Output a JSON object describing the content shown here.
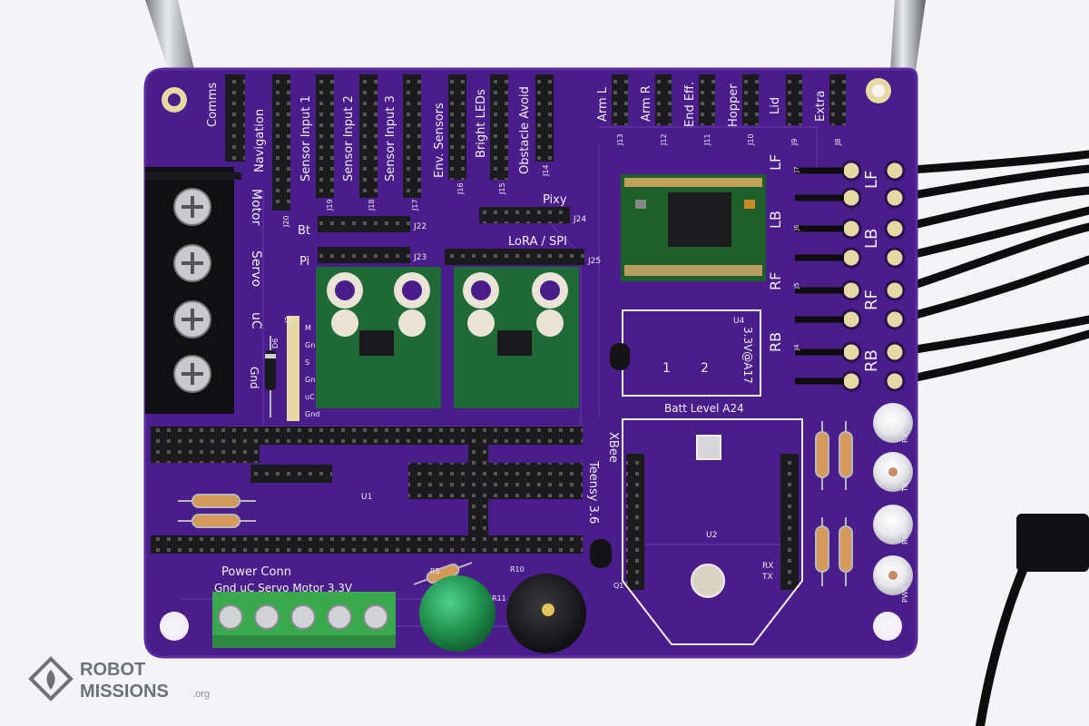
{
  "scene": {
    "description_colors": {
      "board": "#4a1e8a",
      "background": "#f4f4f6",
      "silk": "#f3eef7",
      "led_green": "#1e8f4a"
    }
  },
  "headers_left": [
    {
      "label": "Comms"
    },
    {
      "label": "Navigation"
    },
    {
      "label": "Sensor Input 1"
    },
    {
      "label": "Sensor Input 2"
    },
    {
      "label": "Sensor Input 3"
    },
    {
      "label": "Env. Sensors"
    },
    {
      "label": "Bright LEDs"
    },
    {
      "label": "Obstacle Avoid"
    }
  ],
  "headers_right": [
    {
      "label": "Arm L",
      "ref": "J13"
    },
    {
      "label": "Arm R",
      "ref": "J12"
    },
    {
      "label": "End Eff.",
      "ref": "J11"
    },
    {
      "label": "Hopper",
      "ref": "J10"
    },
    {
      "label": "Lid",
      "ref": "J9"
    },
    {
      "label": "Extra",
      "ref": "J8"
    }
  ],
  "refs": {
    "j20": "J20",
    "j19": "J19",
    "j18": "J18",
    "j17": "J17",
    "j16": "J16",
    "j15": "J15",
    "j14": "J14",
    "j22": "J22",
    "j23": "J23",
    "j24": "J24",
    "j25": "J25",
    "u1": "U1",
    "u2": "U2",
    "u4": "U4",
    "q1": "Q1",
    "r5": "R5",
    "r10": "R10",
    "r11": "R11",
    "j2": "J2",
    "d6": "D6",
    "j5": "J5",
    "j4": "J4",
    "j7": "J7",
    "j6": "J6"
  },
  "labels": {
    "motor": "Motor",
    "servo": "Servo",
    "uc": "uC",
    "gnd": "Gnd",
    "bt": "Bt",
    "pi": "Pi",
    "pixy": "Pixy",
    "lora": "LoRA / SPI",
    "xbee": "XBee",
    "teensy": "Teensy 3.6",
    "batt": "Batt Level A24",
    "v33": "3.3V@A17",
    "one": "1",
    "two": "2",
    "power_conn": "Power Conn",
    "power_pins": "Gnd  uC Servo Motor 3.3V",
    "rx": "RX",
    "tx": "TX",
    "rx2": "RX",
    "tx2": "TX",
    "rssi": "RSSI",
    "pwr": "PWR",
    "j2_pins": [
      "M",
      "Gn",
      "S",
      "Gn",
      "uC",
      "Gnd"
    ]
  },
  "motor_ports": [
    {
      "label": "LF",
      "pad_label": "LF"
    },
    {
      "label": "LB",
      "pad_label": "LB"
    },
    {
      "label": "RF",
      "pad_label": "RF"
    },
    {
      "label": "RB",
      "pad_label": "RB"
    }
  ],
  "watermark": {
    "line1": "ROBOT",
    "line2": "MISSIONS",
    "suffix": ".org"
  }
}
